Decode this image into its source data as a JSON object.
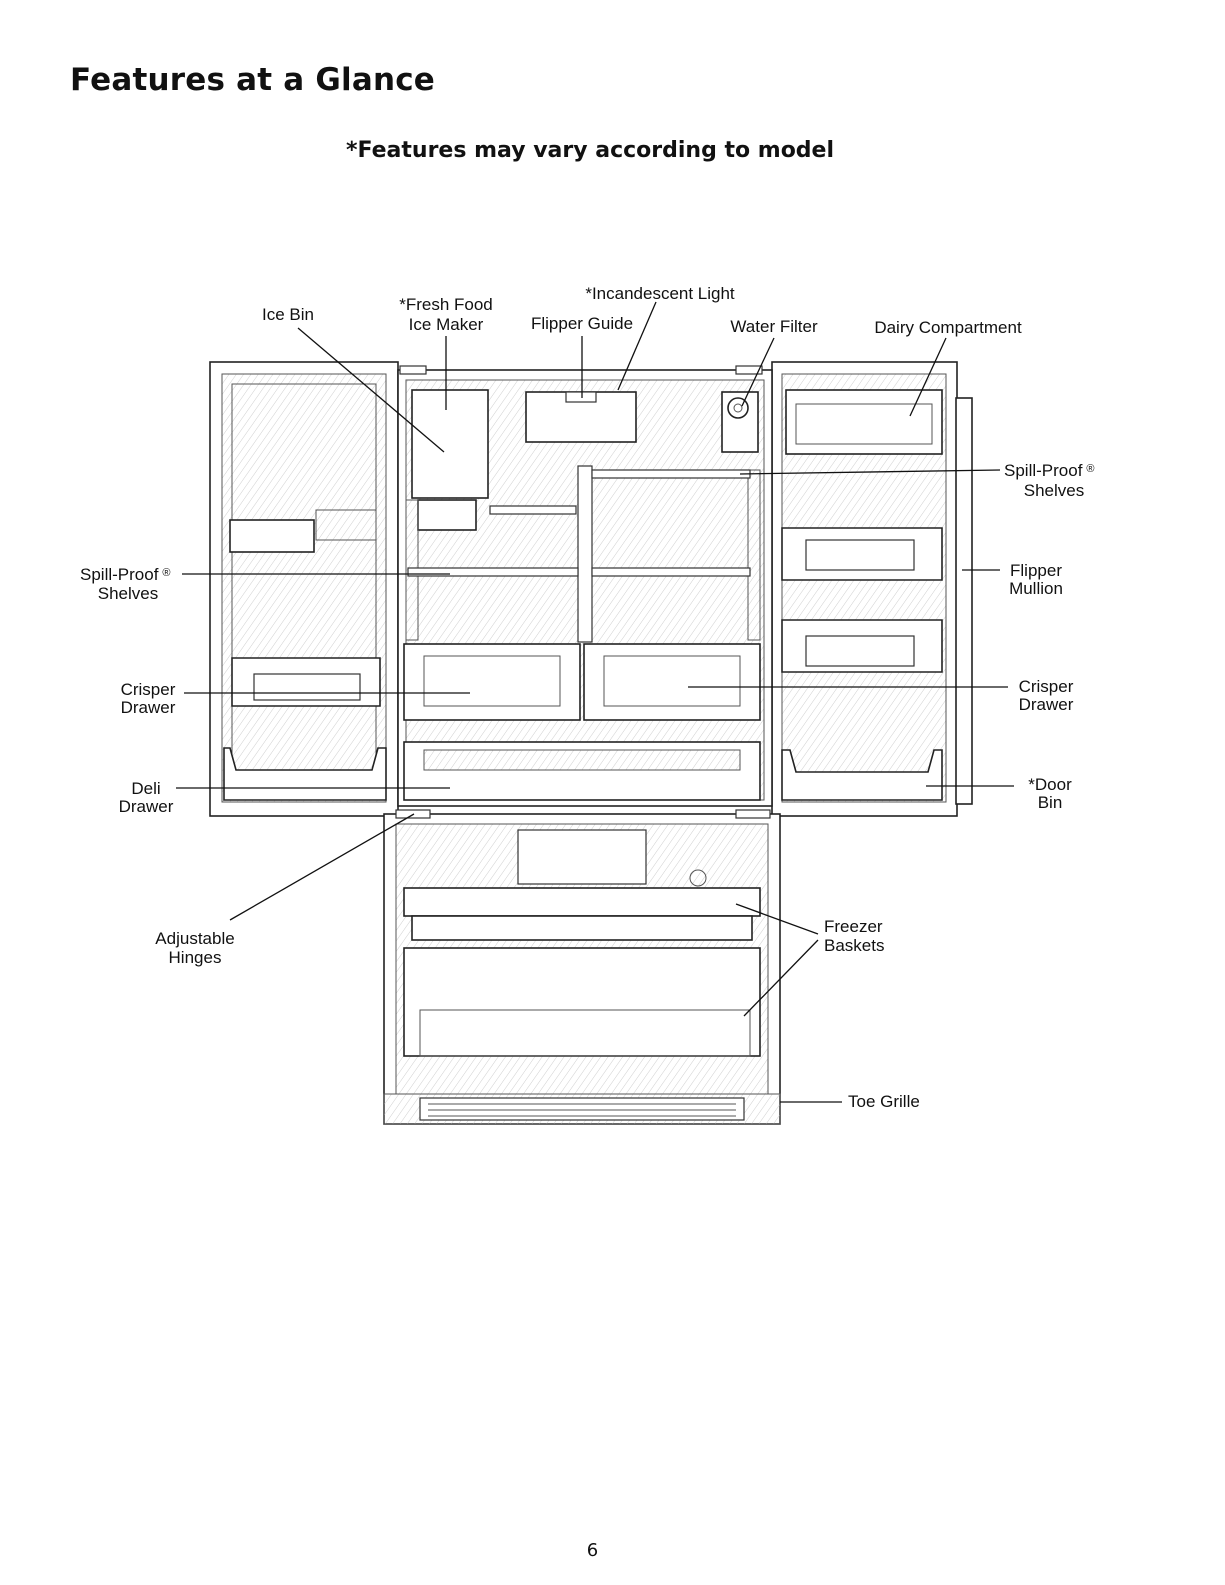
{
  "title": "Features at a Glance",
  "subtitle": "*Features may vary according to model",
  "page_number": "6",
  "callouts": {
    "ice_bin": "Ice Bin",
    "fresh_food_ice_maker_1": "*Fresh Food",
    "fresh_food_ice_maker_2": "Ice Maker",
    "incandescent_light": "*Incandescent Light",
    "flipper_guide": "Flipper Guide",
    "water_filter": "Water Filter",
    "dairy_compartment": "Dairy Compartment",
    "spill_proof_right_1": "Spill-Proof",
    "spill_proof_right_2": "Shelves",
    "spill_proof_left_1": "Spill-Proof",
    "spill_proof_left_2": "Shelves",
    "registered": "®",
    "flipper_mullion_1": "Flipper",
    "flipper_mullion_2": "Mullion",
    "crisper_left_1": "Crisper",
    "crisper_left_2": "Drawer",
    "crisper_right_1": "Crisper",
    "crisper_right_2": "Drawer",
    "deli_1": "Deli",
    "deli_2": "Drawer",
    "door_bin_1": "*Door",
    "door_bin_2": "Bin",
    "hinges_1": "Adjustable",
    "hinges_2": "Hinges",
    "freezer_1": "Freezer",
    "freezer_2": "Baskets",
    "toe_grille": "Toe Grille"
  }
}
